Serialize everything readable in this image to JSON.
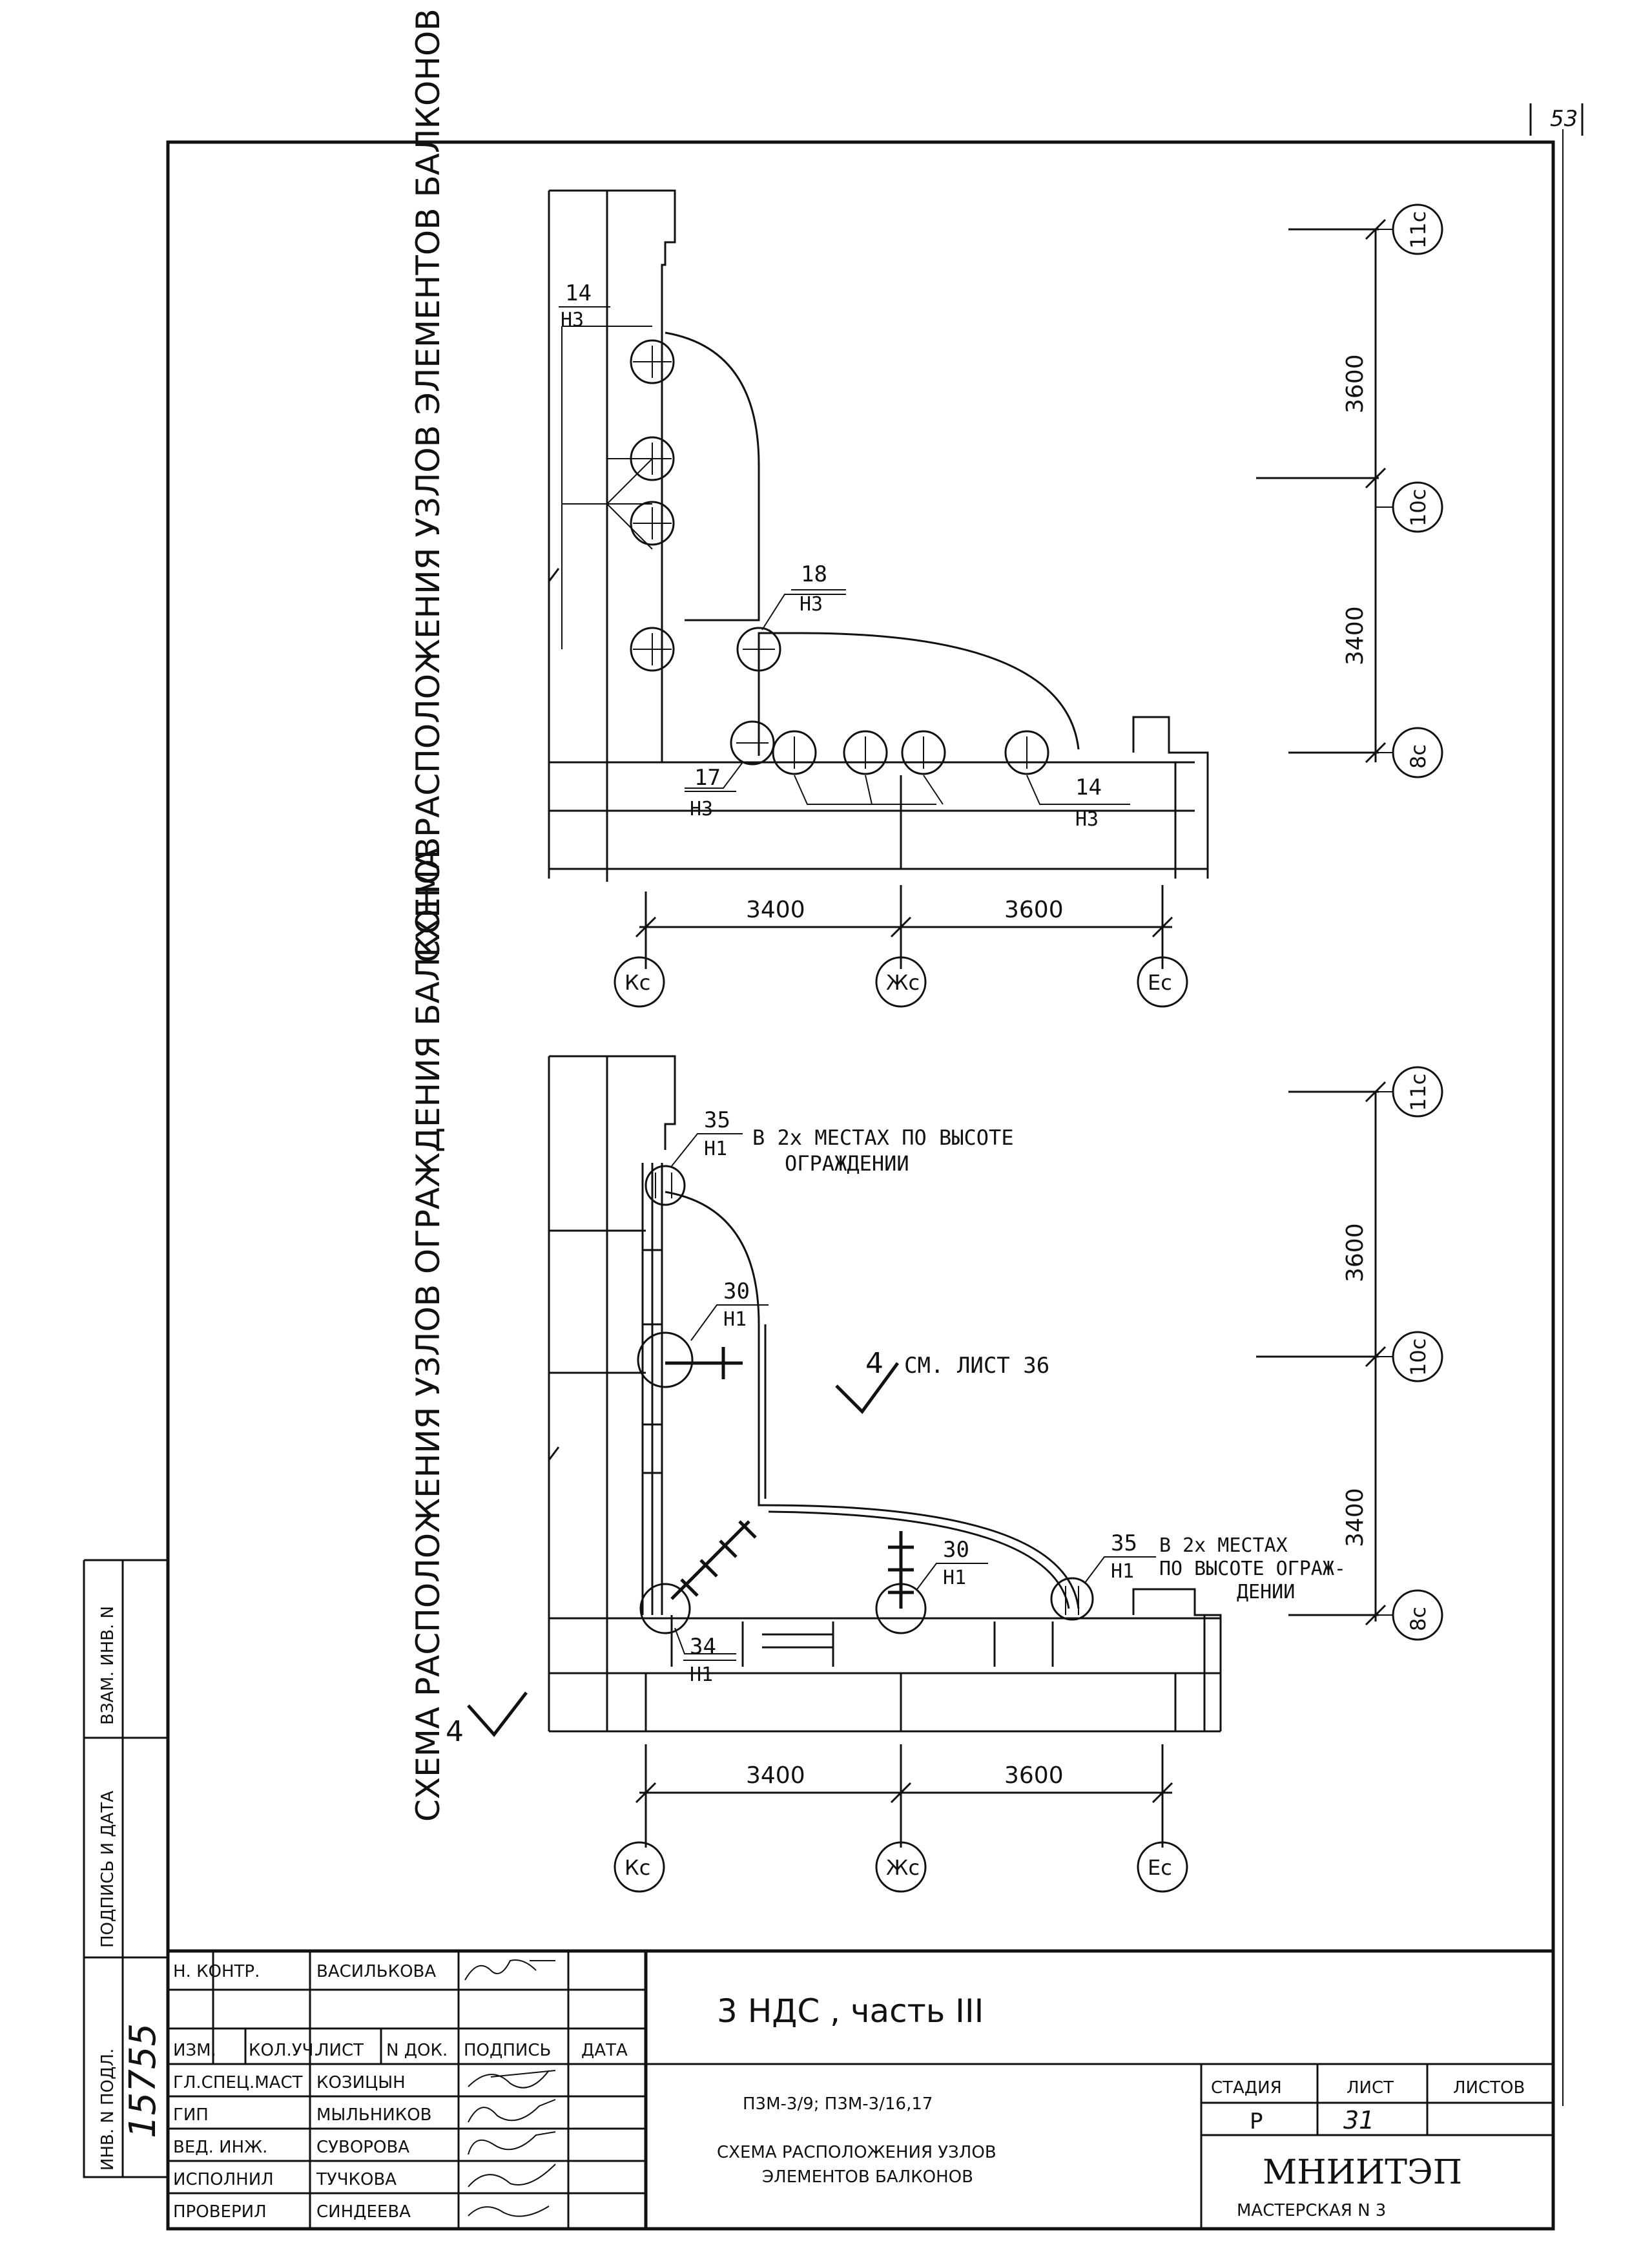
{
  "page_number": "53",
  "top_plan": {
    "title": "СХЕМА РАСПОЛОЖЕНИЯ УЗЛОВ ЭЛЕМЕНТОВ БАЛКОНОВ",
    "axes_vertical": [
      "11с",
      "10с",
      "8с"
    ],
    "axes_horizontal": [
      "Кс",
      "Жс",
      "Ес"
    ],
    "dims_vertical": [
      "3600",
      "3400"
    ],
    "dims_horizontal": [
      "3400",
      "3600"
    ],
    "callouts": [
      {
        "num": "14",
        "sheet": "Н3"
      },
      {
        "num": "18",
        "sheet": "Н3"
      },
      {
        "num": "17",
        "sheet": "Н3"
      },
      {
        "num": "14",
        "sheet": "Н3"
      }
    ]
  },
  "bottom_plan": {
    "title": "СХЕМА РАСПОЛОЖЕНИЯ УЗЛОВ ОГРАЖДЕНИЯ БАЛКОНОВ",
    "axes_vertical": [
      "11с",
      "10с",
      "8с"
    ],
    "axes_horizontal": [
      "Кс",
      "Жс",
      "Ес"
    ],
    "dims_vertical": [
      "3600",
      "3400"
    ],
    "dims_horizontal": [
      "3400",
      "3600"
    ],
    "callouts": [
      {
        "num": "35",
        "sheet": "Н1"
      },
      {
        "num": "30",
        "sheet": "Н1"
      },
      {
        "num": "30",
        "sheet": "Н1"
      },
      {
        "num": "35",
        "sheet": "Н1"
      },
      {
        "num": "34",
        "sheet": "Н1"
      }
    ],
    "note_top_line1": "В 2х МЕСТАХ ПО ВЫСОТЕ",
    "note_top_line2": "ОГРАЖДЕНИИ",
    "note_right_line1": "В 2х МЕСТАХ",
    "note_right_line2": "ПО ВЫСОТЕ ОГРАЖ-",
    "note_right_line3": "ДЕНИИ",
    "section_mark": "4",
    "section_ref": "СМ. ЛИСТ 36"
  },
  "side_stamp": {
    "vzam_inv": "ВЗАМ. ИНВ. N",
    "podpis_data": "ПОДПИСЬ И ДАТА",
    "inv_podl": "ИНВ. N ПОДЛ.",
    "inv_number": "15755"
  },
  "title_block": {
    "n_kontr_role": "Н. КОНТР.",
    "n_kontr_name": "ВАСИЛЬКОВА",
    "project": "3 НДС , часть III",
    "col_izm": "ИЗМ.",
    "col_koluch": "КОЛ.УЧ.",
    "col_list": "ЛИСТ",
    "col_ndok": "N ДОК.",
    "col_podpis": "ПОДПИСЬ",
    "col_data": "ДАТА",
    "signers": [
      {
        "role": "ГЛ.СПЕЦ.МАСТ",
        "name": "КОЗИЦЫН"
      },
      {
        "role": "ГИП",
        "name": "МЫЛЬНИКОВ"
      },
      {
        "role": "ВЕД. ИНЖ.",
        "name": "СУВОРОВА"
      },
      {
        "role": "ИСПОЛНИЛ",
        "name": "ТУЧКОВА"
      },
      {
        "role": "ПРОВЕРИЛ",
        "name": "СИНДЕЕВА"
      }
    ],
    "doc_codes": "П3М-3/9; П3М-3/16,17",
    "sheet_title_line1": "СХЕМА РАСПОЛОЖЕНИЯ УЗЛОВ",
    "sheet_title_line2": "ЭЛЕМЕНТОВ БАЛКОНОВ",
    "hdr_stadia": "СТАДИЯ",
    "hdr_list": "ЛИСТ",
    "hdr_listov": "ЛИСТОВ",
    "stadia": "Р",
    "list": "31",
    "org_name": "МНИИТЭП",
    "org_sub": "МАСТЕРСКАЯ N 3"
  }
}
